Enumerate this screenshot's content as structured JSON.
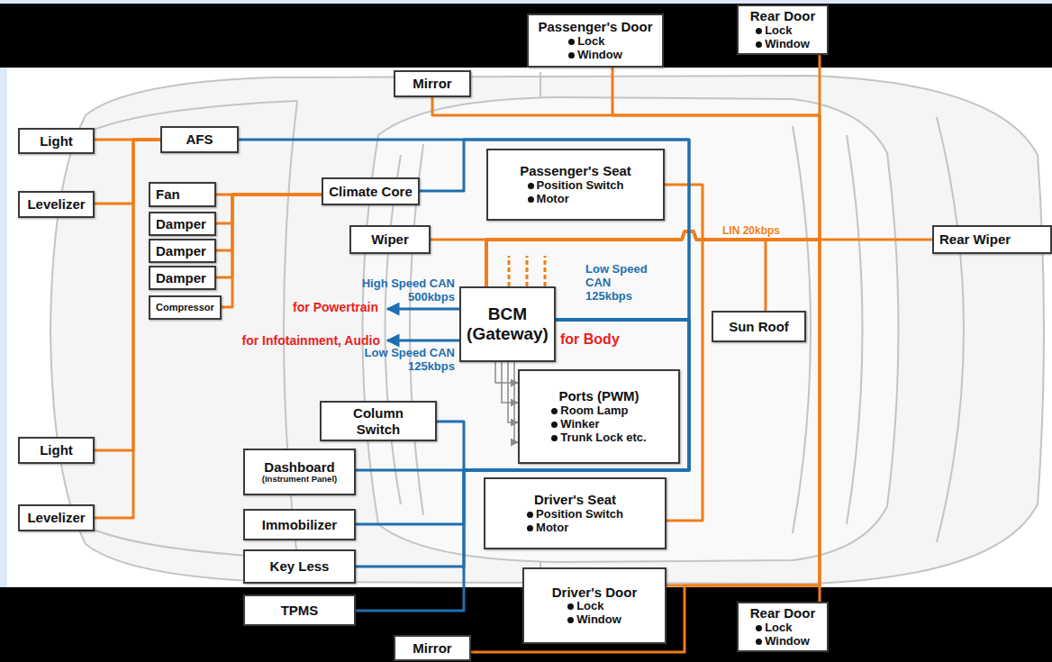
{
  "diagram": {
    "nodes": [
      {
        "text": [
          "Rear Door",
          "Lock",
          "Window"
        ]
      },
      {
        "text": [
          "Passenger's Door",
          "Lock",
          "Window"
        ]
      },
      {
        "text": [
          "Mirror"
        ]
      },
      {
        "text": [
          "Light"
        ]
      },
      {
        "text": [
          "AFS"
        ]
      },
      {
        "text": [
          "Passenger's Seat",
          "Position Switch",
          "Motor"
        ]
      },
      {
        "text": [
          "Climate Core"
        ]
      },
      {
        "text": [
          "Fan"
        ]
      },
      {
        "text": [
          "Levelizer"
        ]
      },
      {
        "text": [
          "Damper"
        ]
      },
      {
        "text": [
          "Wiper"
        ]
      },
      {
        "text": [
          "Rear Wiper"
        ]
      },
      {
        "text": [
          "Damper"
        ]
      },
      {
        "text": [
          "Damper"
        ]
      },
      {
        "text": [
          "BCM (Gateway)"
        ]
      },
      {
        "text": [
          "Compressor"
        ]
      },
      {
        "text": [
          "Sun Roof"
        ]
      },
      {
        "text": [
          "Ports (PWM)",
          "Room Lamp",
          "Winker",
          "Trunk Lock etc."
        ]
      },
      {
        "text": [
          "Column Switch"
        ]
      },
      {
        "text": [
          "Light"
        ]
      },
      {
        "text": [
          "Dashboard",
          "(Instrument Panel)"
        ]
      },
      {
        "text": [
          "Driver's Seat",
          "Position Switch",
          "Motor"
        ]
      },
      {
        "text": [
          "Levelizer"
        ]
      },
      {
        "text": [
          "Immobilizer"
        ]
      },
      {
        "text": [
          "Key Less"
        ]
      },
      {
        "text": [
          "Driver's Door",
          "Lock",
          "Window"
        ]
      },
      {
        "text": [
          "TPMS"
        ]
      },
      {
        "text": [
          "Rear Door",
          "Lock",
          "Window"
        ]
      },
      {
        "text": [
          "Mirror"
        ]
      }
    ],
    "edges": [
      {
        "from": 4,
        "to": 3,
        "arrow": "none"
      },
      {
        "from": 4,
        "to": 8,
        "arrow": "none"
      },
      {
        "from": 4,
        "to": 19,
        "arrow": "none"
      },
      {
        "from": 4,
        "to": 22,
        "arrow": "none"
      },
      {
        "from": 6,
        "to": 7,
        "arrow": "none"
      },
      {
        "from": 6,
        "to": 9,
        "arrow": "none"
      },
      {
        "from": 6,
        "to": 12,
        "arrow": "none"
      },
      {
        "from": 6,
        "to": 13,
        "arrow": "none"
      },
      {
        "from": 6,
        "to": 15,
        "arrow": "none"
      },
      {
        "from": 14,
        "to": 10,
        "arrow": "none"
      },
      {
        "from": 14,
        "to": 11,
        "arrow": "none"
      },
      {
        "from": 14,
        "to": 16,
        "arrow": "none"
      },
      {
        "from": 14,
        "to": 5,
        "arrow": "none"
      },
      {
        "from": 14,
        "to": 21,
        "arrow": "none"
      },
      {
        "from": 14,
        "to": 0,
        "arrow": "none"
      },
      {
        "from": 14,
        "to": 1,
        "arrow": "none"
      },
      {
        "from": 14,
        "to": 2,
        "arrow": "none"
      },
      {
        "from": 14,
        "to": 27,
        "arrow": "none"
      },
      {
        "from": 14,
        "to": 25,
        "arrow": "none"
      },
      {
        "from": 14,
        "to": 28,
        "arrow": "none"
      },
      {
        "from": 14,
        "to": 4,
        "arrow": "none"
      },
      {
        "from": 14,
        "to": 6,
        "arrow": "none"
      },
      {
        "from": 14,
        "to": 20,
        "arrow": "none"
      },
      {
        "from": 14,
        "to": 18,
        "arrow": "none"
      },
      {
        "from": 14,
        "to": 23,
        "arrow": "none"
      },
      {
        "from": 14,
        "to": 24,
        "arrow": "none"
      },
      {
        "from": 14,
        "to": 26,
        "arrow": "none"
      },
      {
        "from": 14,
        "to": 17,
        "arrow": "to"
      }
    ],
    "labels": [
      "High Speed CAN 500kbps",
      "for Powertrain",
      "for Infotainment, Audio",
      "Low Speed CAN 125kbps",
      "Low Speed CAN 125kbps",
      "for Body",
      "LIN 20kbps"
    ]
  }
}
